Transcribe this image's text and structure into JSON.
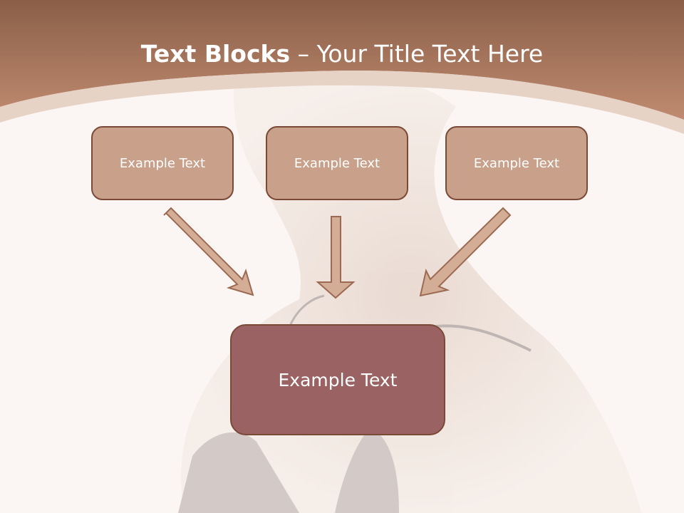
{
  "slide": {
    "title_bold": "Text Blocks",
    "title_rest": " – Your Title Text Here"
  },
  "diagram": {
    "boxes": [
      {
        "label": "Example Text"
      },
      {
        "label": "Example Text"
      },
      {
        "label": "Example Text"
      }
    ],
    "target": {
      "label": "Example Text"
    }
  },
  "colors": {
    "header": "#b8826a",
    "box_fill": "#c9a08a",
    "target_fill": "#9a6262",
    "border": "#7a4a36",
    "arrow_fill": "#d4ad97"
  }
}
